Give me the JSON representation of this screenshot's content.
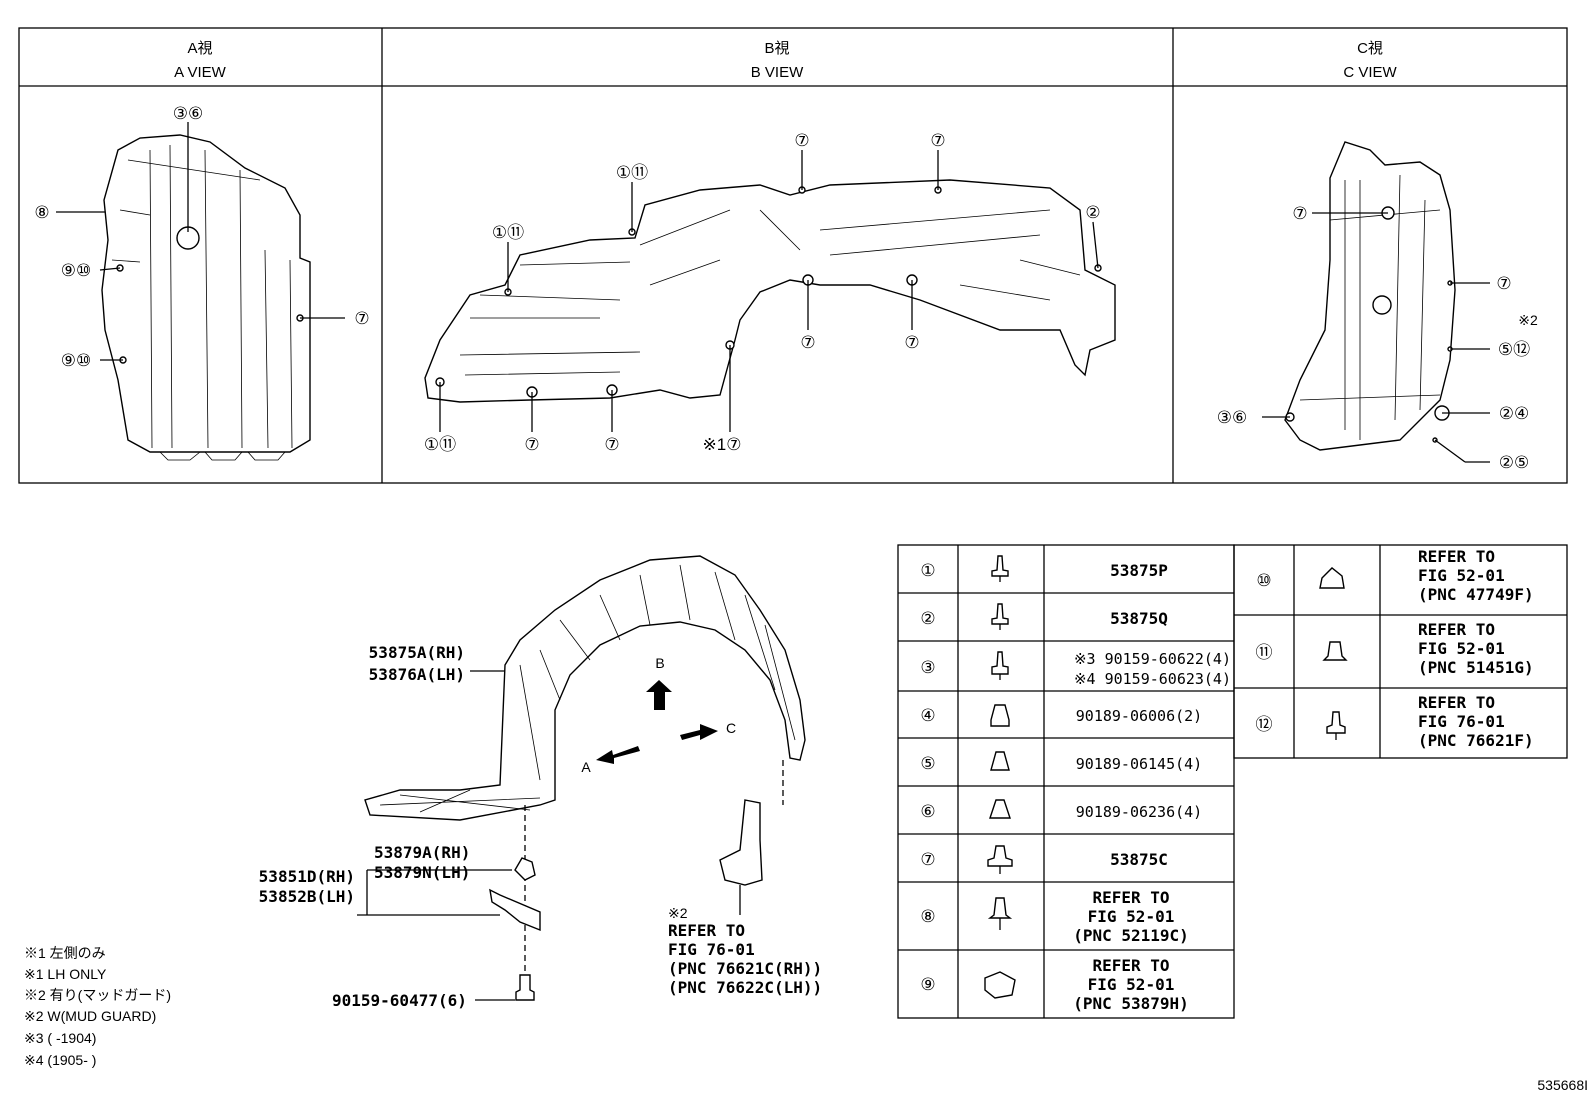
{
  "views": [
    {
      "jp": "A視",
      "en": "A VIEW"
    },
    {
      "jp": "B視",
      "en": "B VIEW"
    },
    {
      "jp": "C視",
      "en": "C VIEW"
    }
  ],
  "callouts": {
    "a_view": [
      "③⑥",
      "⑧",
      "⑨⑩",
      "⑦",
      "⑨⑩"
    ],
    "b_view": [
      "①⑪",
      "①⑪",
      "⑦",
      "⑦",
      "②",
      "⑦",
      "⑦",
      "①⑪",
      "⑦",
      "⑦",
      "※1⑦"
    ],
    "c_view": [
      "⑦",
      "⑦",
      "※2",
      "⑤⑫",
      "③⑥",
      "②④",
      "②⑤"
    ]
  },
  "main_labels": {
    "liner": [
      "53875A(RH)",
      "53876A(LH)"
    ],
    "clip": [
      "53879A(RH)",
      "53879N(LH)"
    ],
    "bracket": [
      "53851D(RH)",
      "53852B(LH)"
    ],
    "screw": "90159-60477(6)",
    "arrows": [
      "B",
      "C",
      "A"
    ],
    "mud_guard": [
      "※2",
      "REFER TO",
      "FIG 76-01",
      "(PNC 76621C(RH))",
      "(PNC 76622C(LH))"
    ]
  },
  "notes": [
    "※1 左側のみ",
    "※1 LH ONLY",
    "※2 有り(マッドガード)",
    "※2 W(MUD GUARD)",
    "※3 (      -1904)",
    "※4 (1905-      )"
  ],
  "left_table": [
    {
      "num": "①",
      "lines": [
        "53875P"
      ]
    },
    {
      "num": "②",
      "lines": [
        "53875Q"
      ]
    },
    {
      "num": "③",
      "lines": [
        "※3 90159-60622(4)",
        "※4 90159-60623(4)"
      ]
    },
    {
      "num": "④",
      "lines": [
        "90189-06006(2)"
      ]
    },
    {
      "num": "⑤",
      "lines": [
        "90189-06145(4)"
      ]
    },
    {
      "num": "⑥",
      "lines": [
        "90189-06236(4)"
      ]
    },
    {
      "num": "⑦",
      "lines": [
        "53875C"
      ]
    },
    {
      "num": "⑧",
      "lines": [
        "REFER TO",
        "FIG 52-01",
        "(PNC 52119C)"
      ]
    },
    {
      "num": "⑨",
      "lines": [
        "REFER TO",
        "FIG 52-01",
        "(PNC 53879H)"
      ]
    }
  ],
  "right_table": [
    {
      "num": "⑩",
      "lines": [
        "REFER TO",
        "FIG 52-01",
        "(PNC 47749F)"
      ]
    },
    {
      "num": "⑪",
      "lines": [
        "REFER TO",
        "FIG 52-01",
        "(PNC 51451G)"
      ]
    },
    {
      "num": "⑫",
      "lines": [
        "REFER TO",
        "FIG 76-01",
        "(PNC 76621F)"
      ]
    }
  ],
  "figure_id": "535668I"
}
